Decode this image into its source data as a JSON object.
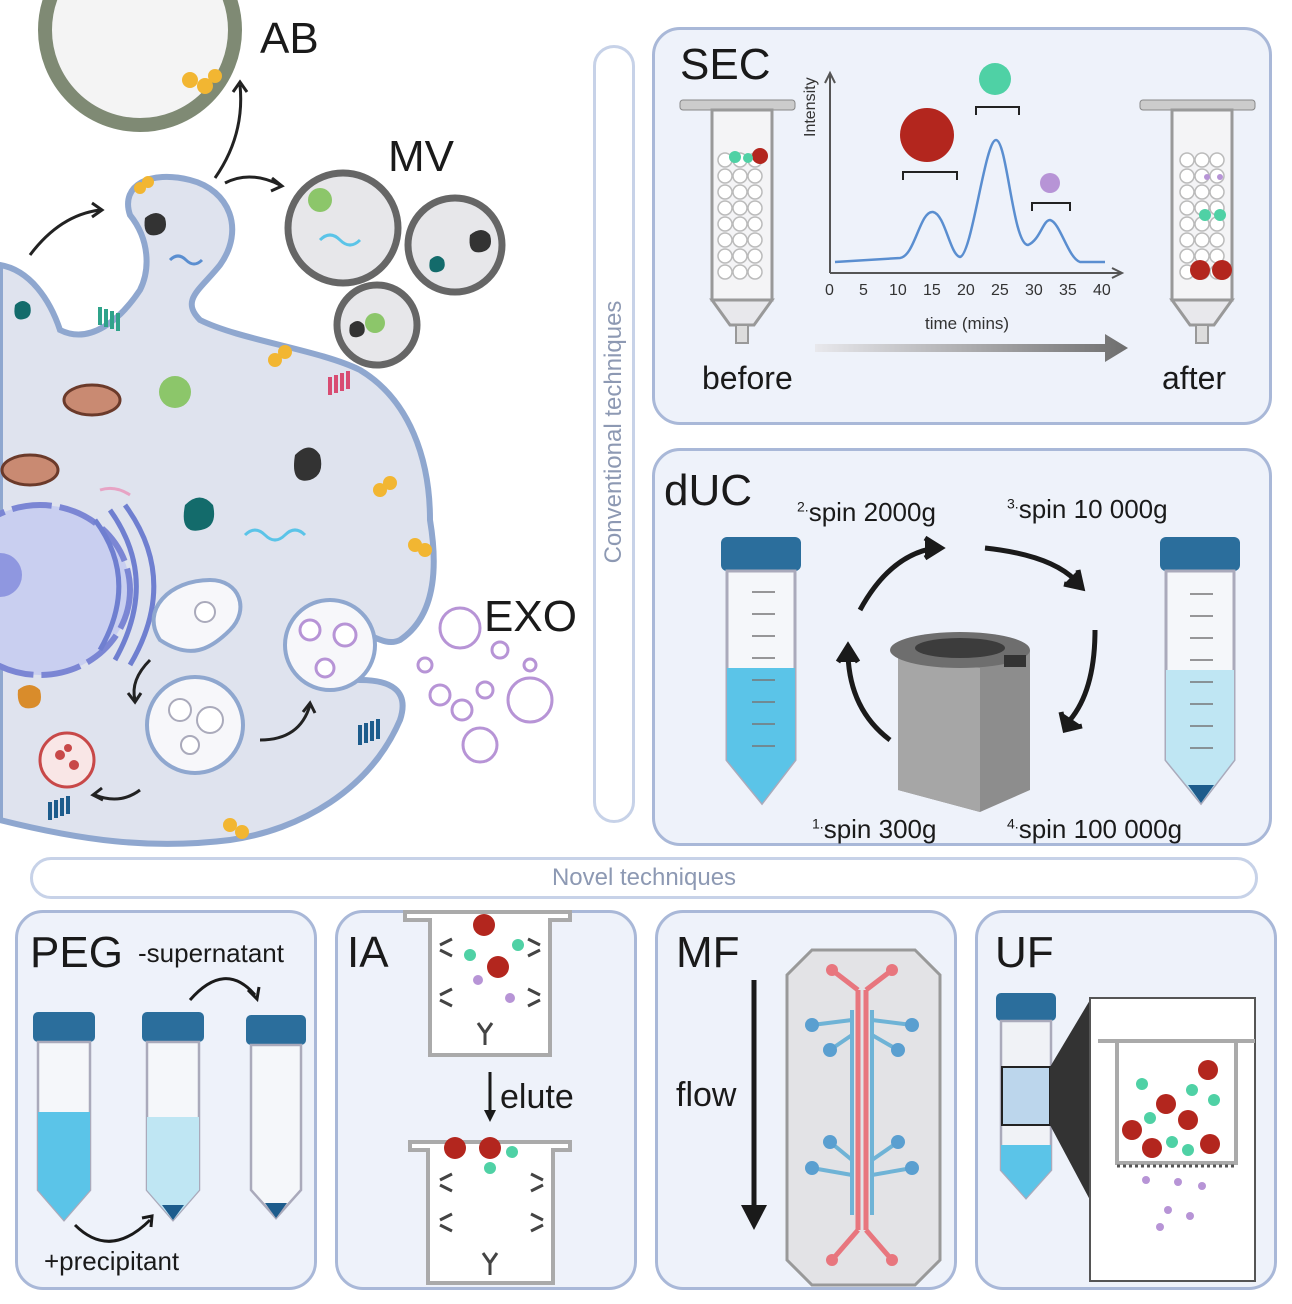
{
  "cell": {
    "labels": {
      "ab": "AB",
      "mv": "MV",
      "exo": "EXO"
    }
  },
  "separators": {
    "conventional": "Conventional techniques",
    "novel": "Novel techniques"
  },
  "sec": {
    "title": "SEC",
    "before": "before",
    "after": "after",
    "ylabel": "Intensity",
    "xlabel": "time (mins)",
    "xticks": [
      "0",
      "5",
      "10",
      "15",
      "20",
      "25",
      "30",
      "35",
      "40"
    ]
  },
  "duc": {
    "title": "dUC",
    "step1_num": "1.",
    "step1": "spin 300g",
    "step2_num": "2.",
    "step2": "spin 2000g",
    "step3_num": "3.",
    "step3": "spin 10 000g",
    "step4_num": "4.",
    "step4": "spin 100 000g"
  },
  "peg": {
    "title": "PEG",
    "supernatant": "-supernatant",
    "precipitant": "+precipitant"
  },
  "ia": {
    "title": "IA",
    "elute": "elute"
  },
  "mf": {
    "title": "MF",
    "flow": "flow"
  },
  "uf": {
    "title": "UF"
  },
  "colors": {
    "panel_bg": "#eef2fa",
    "panel_border": "#a9b8d8",
    "cell": "#dfe3ee",
    "membrane": "#8fa7cf",
    "red_vesicle": "#b3261e",
    "green_vesicle": "#4fd1a5",
    "purple_vesicle": "#b794d6",
    "tube_cap": "#2b6e9c",
    "liquid": "#5bc4e8"
  }
}
